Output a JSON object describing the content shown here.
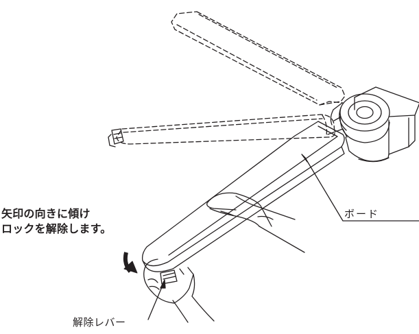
{
  "labels": {
    "instruction_line1": "矢印の向きに傾け",
    "instruction_line2": "ロックを解除します。",
    "board": "ボード",
    "release_lever": "解除レバー"
  },
  "colors": {
    "line": "#231f20",
    "background": "#ffffff"
  }
}
